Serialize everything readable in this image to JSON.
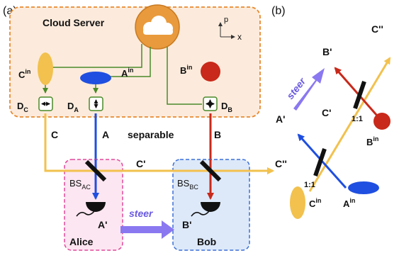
{
  "panel_a": {
    "label": "(a)",
    "cloud_server": "Cloud Server",
    "axes": {
      "y": "p",
      "x": "x"
    },
    "sources": {
      "c_in": {
        "base": "C",
        "sup": "in"
      },
      "a_in": {
        "base": "A",
        "sup": "in"
      },
      "b_in": {
        "base": "B",
        "sup": "in"
      }
    },
    "devices": {
      "dc": {
        "base": "D",
        "sub": "C"
      },
      "da": {
        "base": "D",
        "sub": "A"
      },
      "db": {
        "base": "D",
        "sub": "B"
      }
    },
    "beams": {
      "c": "C",
      "a": "A",
      "b": "B",
      "c_prime": "C'",
      "c_dprime": "C''"
    },
    "separable": "separable",
    "splitters": {
      "bs_ac": {
        "base": "BS",
        "sub": "AC"
      },
      "bs_bc": {
        "base": "BS",
        "sub": "BC"
      }
    },
    "detectors": {
      "a_prime": "A'",
      "b_prime": "B'"
    },
    "steer": "steer",
    "parties": {
      "alice": "Alice",
      "bob": "Bob"
    }
  },
  "panel_b": {
    "label": "(b)",
    "b_prime": "B'",
    "c_dprime": "C''",
    "steer": "steer",
    "c_prime": "C'",
    "a_prime": "A'",
    "ratio_upper": "1:1",
    "ratio_lower": "1:1",
    "b_in": {
      "base": "B",
      "sup": "in"
    },
    "c_in": {
      "base": "C",
      "sup": "in"
    },
    "a_in": {
      "base": "A",
      "sup": "in"
    }
  },
  "colors": {
    "beam_c": "#f2c14e",
    "beam_a": "#1f4fe0",
    "beam_b": "#c8291a",
    "server_fill": "#fcebdc",
    "server_border": "#e8892f",
    "alice_fill": "#fce6f1",
    "alice_border": "#e0489a",
    "bob_fill": "#dde9f9",
    "bob_border": "#3b6fd8",
    "steer_arrow": "#8a78f0",
    "wire": "#4a8a2a"
  }
}
